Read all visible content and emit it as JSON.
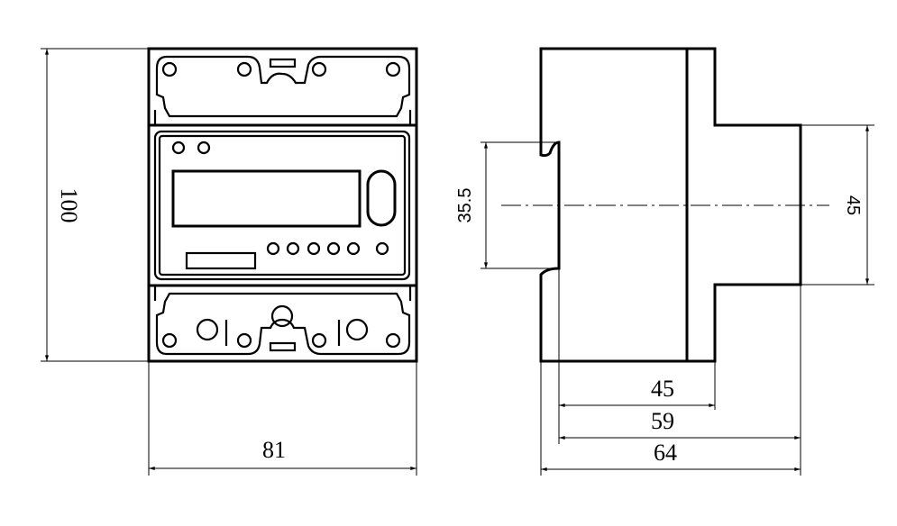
{
  "front_view": {
    "height_dimension": "100",
    "width_dimension": "81"
  },
  "side_view": {
    "rail_dimension": "35.5",
    "front_height_dimension": "45",
    "depth_dimensions": [
      "45",
      "59",
      "64"
    ]
  },
  "colors": {
    "line": "#000000",
    "background": "#ffffff"
  }
}
